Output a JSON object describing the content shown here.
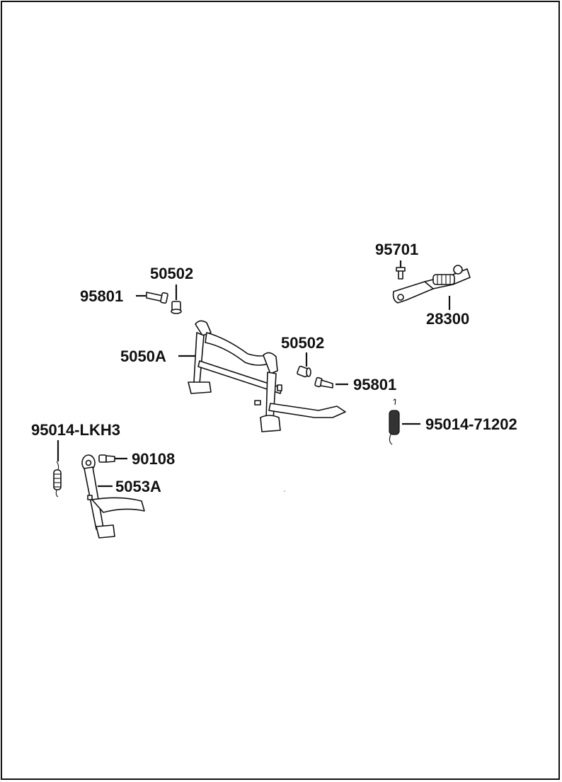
{
  "labels": {
    "part_95701": "95701",
    "part_28300": "28300",
    "part_50502_top": "50502",
    "part_95801_left": "95801",
    "part_5050A": "5050A",
    "part_50502_right": "50502",
    "part_95801_right": "95801",
    "part_95014_71202": "95014-71202",
    "part_95014_LKH3": "95014-LKH3",
    "part_90108": "90108",
    "part_5053A": "5053A"
  }
}
